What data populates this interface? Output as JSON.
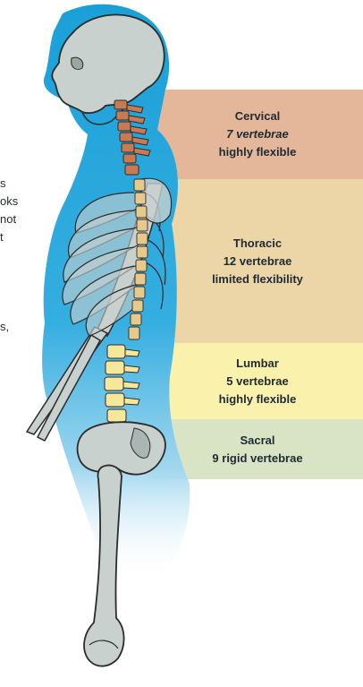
{
  "regions": [
    {
      "name": "Cervical",
      "count": "7 vertebrae",
      "flex": "highly flexible",
      "color": "#e4b79a"
    },
    {
      "name": "Thoracic",
      "count": "12 vertebrae",
      "flex": "limited flexibility",
      "color": "#ecd5a6"
    },
    {
      "name": "Lumbar",
      "count": "5 vertebrae",
      "flex": "highly flexible",
      "color": "#faf1ad"
    },
    {
      "name": "Sacral",
      "count": "9 rigid vertebrae",
      "color": "#d8e4c4"
    }
  ],
  "cropped_text": [
    "s",
    "oks",
    "not",
    "t",
    "s,"
  ],
  "colors": {
    "body_silhouette": "#1aa0d8",
    "bone": "#c9d1cf",
    "bone_outline": "#2b2b2b",
    "cervical_vertebrae": "#c97a52",
    "thoracic_vertebrae": "#e9c98a",
    "lumbar_vertebrae": "#f6e79a"
  }
}
